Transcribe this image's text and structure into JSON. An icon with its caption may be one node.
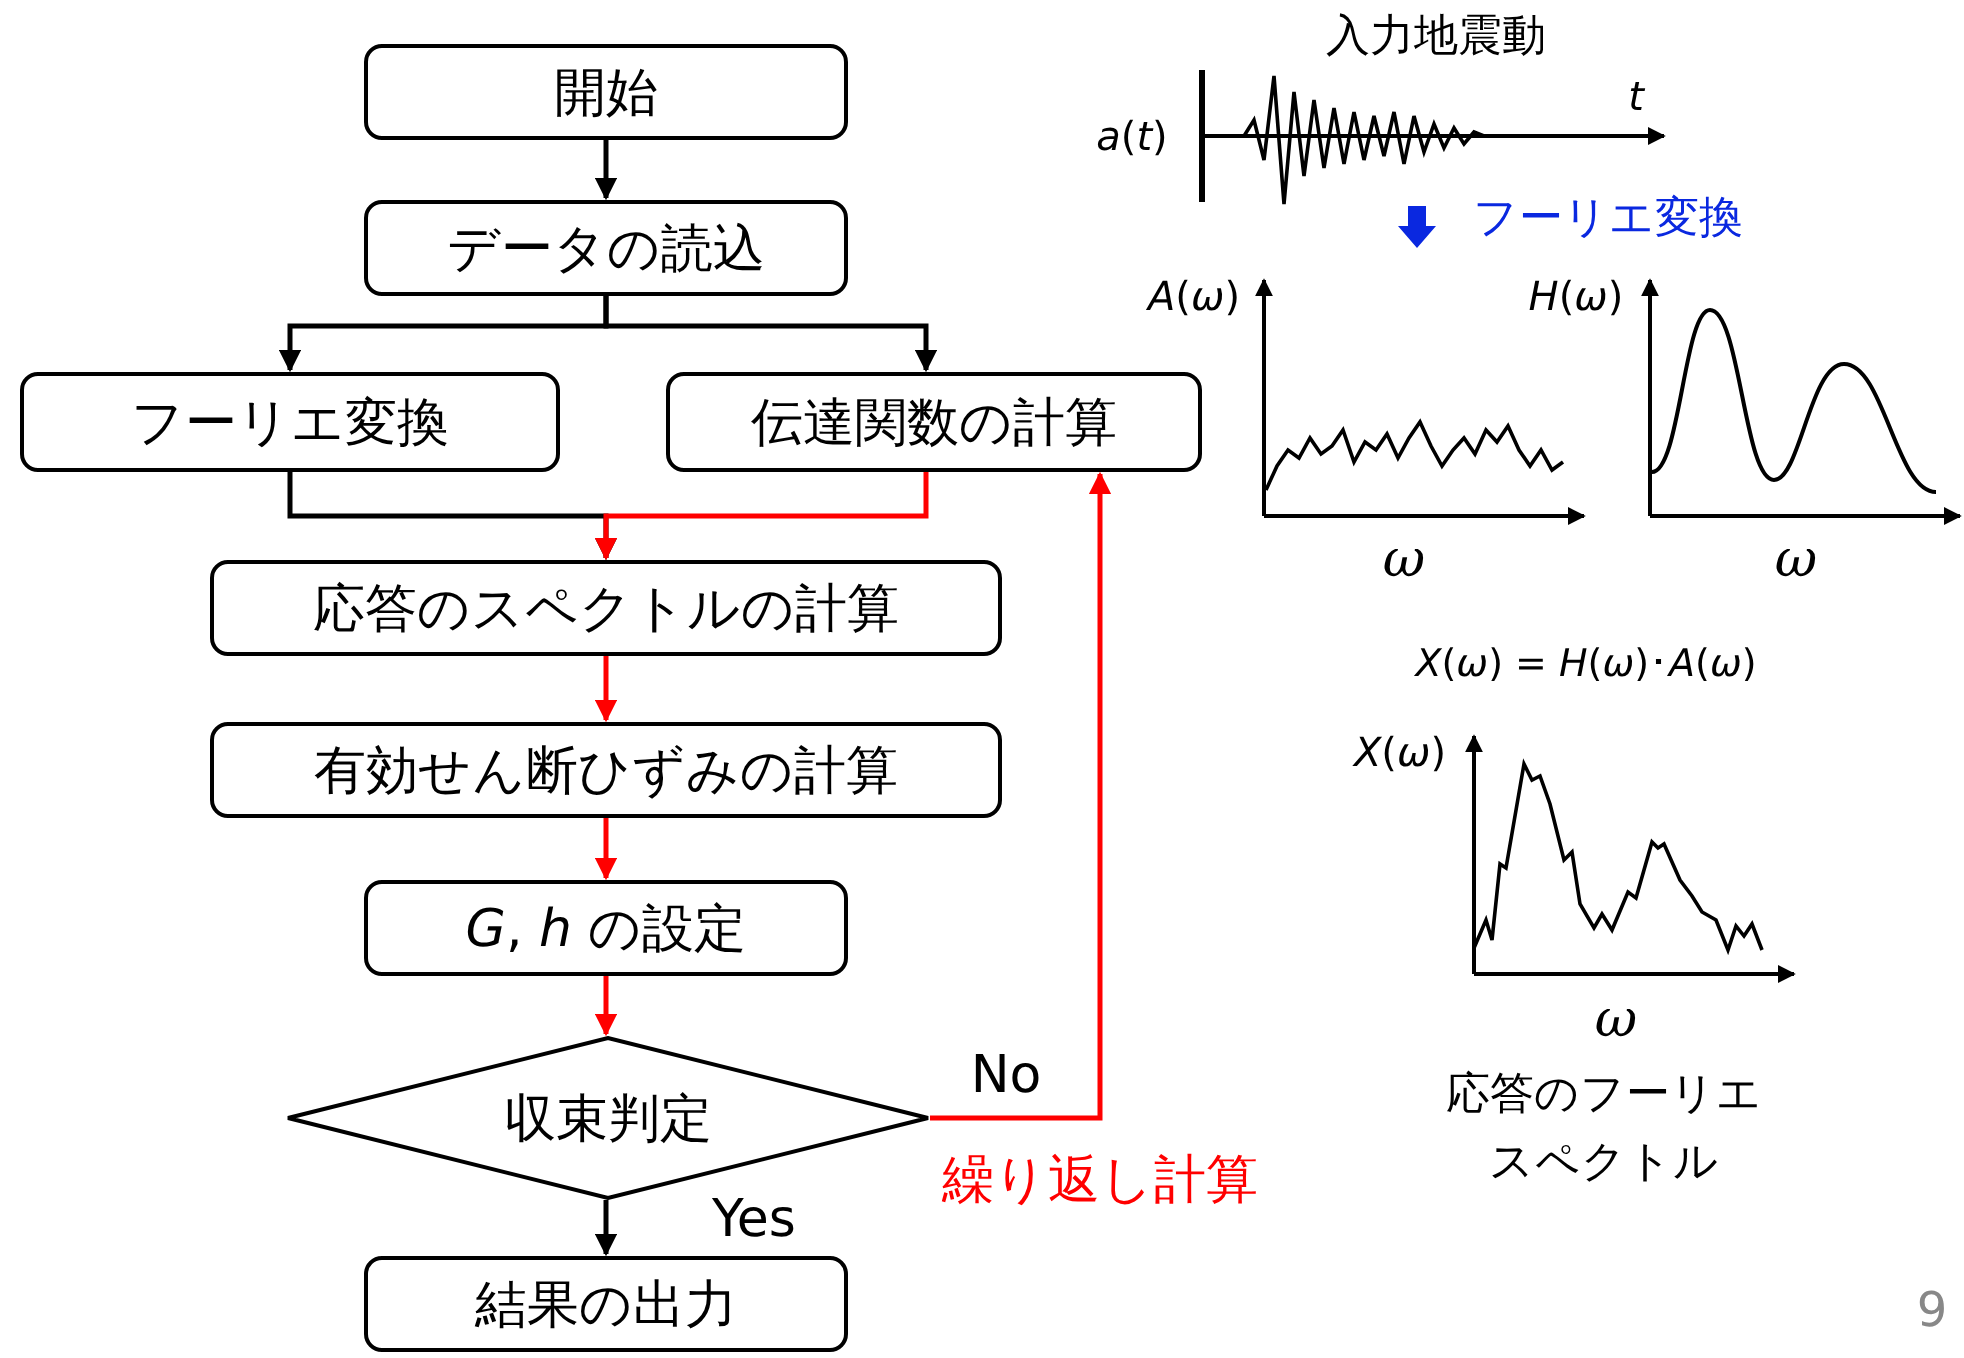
{
  "diagram": {
    "nodes": [
      {
        "text": [
          "開始"
        ]
      },
      {
        "text": [
          "データの読込"
        ]
      },
      {
        "text": [
          "フーリエ変換"
        ]
      },
      {
        "text": [
          "伝達関数の計算"
        ]
      },
      {
        "text": [
          "応答のスペクトルの計算"
        ]
      },
      {
        "text": [
          "有効せん断ひずみの計算"
        ]
      },
      {
        "text": [
          "*G*, *h* の設定"
        ]
      },
      {
        "text": [
          "収束判定"
        ]
      },
      {
        "text": [
          "結果の出力"
        ]
      }
    ],
    "edges": [
      {
        "from": 0,
        "to": 1,
        "arrow": "to"
      },
      {
        "from": 1,
        "to": 2,
        "arrow": "to"
      },
      {
        "from": 1,
        "to": 3,
        "arrow": "to"
      },
      {
        "from": 2,
        "to": 4,
        "arrow": "to"
      },
      {
        "from": 3,
        "to": 4,
        "arrow": "to",
        "color": "#ff0000"
      },
      {
        "from": 4,
        "to": 5,
        "arrow": "to",
        "color": "#ff0000"
      },
      {
        "from": 5,
        "to": 6,
        "arrow": "to",
        "color": "#ff0000"
      },
      {
        "from": 6,
        "to": 7,
        "arrow": "to",
        "color": "#ff0000"
      },
      {
        "from": 7,
        "to": 3,
        "arrow": "to",
        "label": "No",
        "color": "#ff0000"
      },
      {
        "from": 7,
        "to": 8,
        "arrow": "to",
        "label": "Yes"
      }
    ],
    "labels": [
      "入力地震動",
      "*a*(*t*)",
      "*t*",
      "フーリエ変換",
      "*A*(*ω*)",
      "*H*(*ω*)",
      "*ω*",
      "*ω*",
      "*X*(*ω*) = *H*(*ω*)･*A*(*ω*)",
      "*X*(*ω*)",
      "*ω*",
      "応答のフーリエスペクトル",
      "繰り返し計算",
      "9"
    ]
  }
}
